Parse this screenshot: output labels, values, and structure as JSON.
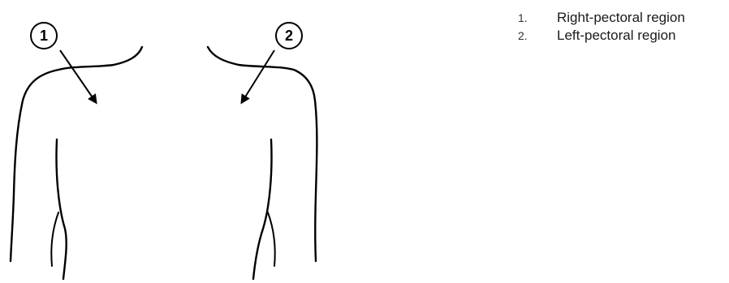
{
  "markers": [
    {
      "number": "1"
    },
    {
      "number": "2"
    }
  ],
  "legend": {
    "items": [
      {
        "number": "1.",
        "label": "Right-pectoral region"
      },
      {
        "number": "2.",
        "label": "Left-pectoral region"
      }
    ]
  },
  "colors": {
    "line": "#000000",
    "text": "#1a1a1a"
  }
}
